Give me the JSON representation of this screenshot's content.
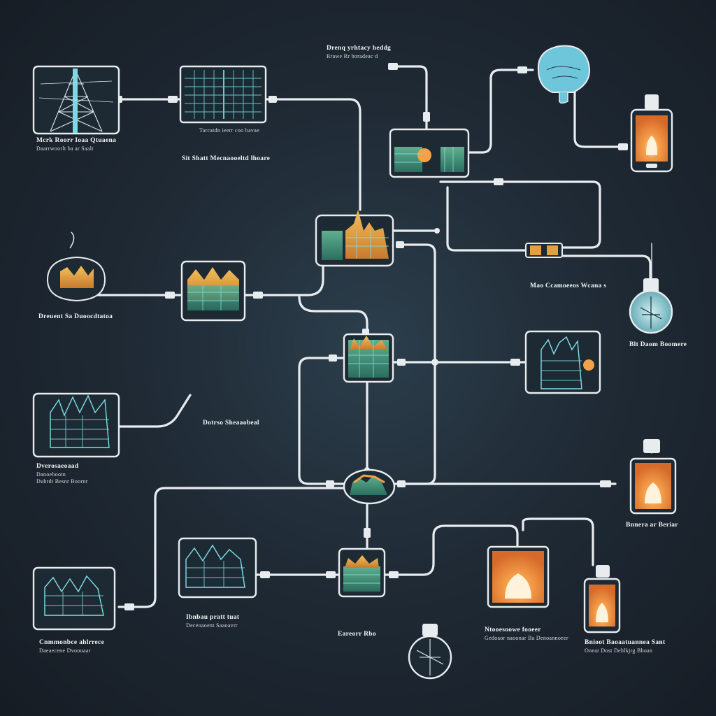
{
  "colors": {
    "background": "#1b2430",
    "wire": "#e8ecef",
    "teal_glow": "#7fe0e8",
    "orange_glow": "#f08a3c",
    "green_panel": "#3f8d78"
  },
  "icons": [
    "power-tower-icon",
    "solar-panel-icon",
    "brain-icon",
    "phone-bulb-icon",
    "factory-icon",
    "transformer-icon",
    "city-grid-icon",
    "light-bulb-icon",
    "energy-hub-icon",
    "orange-sunburst-icon"
  ],
  "labels": {
    "top_center": {
      "title": "Drenq yrhtacy heddg",
      "subtitle": "Rrawe Rr boradeac d"
    },
    "tower": {
      "title": "Mcrk Roorr Ioaa Qtuaena",
      "subtitle": "Daarrwoorlt ba ar Saalt"
    },
    "solar": {
      "caption": "Tarcatdn ieerr coo bavae"
    },
    "left_middle": {
      "title": "Dreuent Sa Duoocdtatoa"
    },
    "center_block": {
      "title": "Sit Shatt Mecnaooeltd lhoare"
    },
    "right_center": {
      "title": "Mao Ccamoeeos Wcana s"
    },
    "right_bulb": {
      "title": "Blt Daom Boomere"
    },
    "lower_left": {
      "title": "Dverosaeoaad",
      "subtitle": "Danoebootn",
      "line3": "Dubrdt Besnr Boornr"
    },
    "center_lower": {
      "title": "Dotrso Sheaaobeal"
    },
    "right_lower": {
      "title": "Bnnera ar Beriar"
    },
    "bottom_left": {
      "title": "Cnmmonbce ahlrrece",
      "subtitle": "Daeaecene Dvoouaar"
    },
    "bottom_center_left": {
      "title": "Ibnbau pratt tuat",
      "subtitle": "Deceoaoent Saaoavrr"
    },
    "bottom_center": {
      "title": "Eareorr Rbo"
    },
    "bottom_center_right": {
      "title": "Ntooesoowe fooeer",
      "subtitle": "Gedoaor naoonar Ba Denoannoeer"
    },
    "bottom_right": {
      "title": "Bnioot Baoaatuannea Sant",
      "subtitle": "Onear Dost Deblkjrg Bhoan"
    }
  }
}
